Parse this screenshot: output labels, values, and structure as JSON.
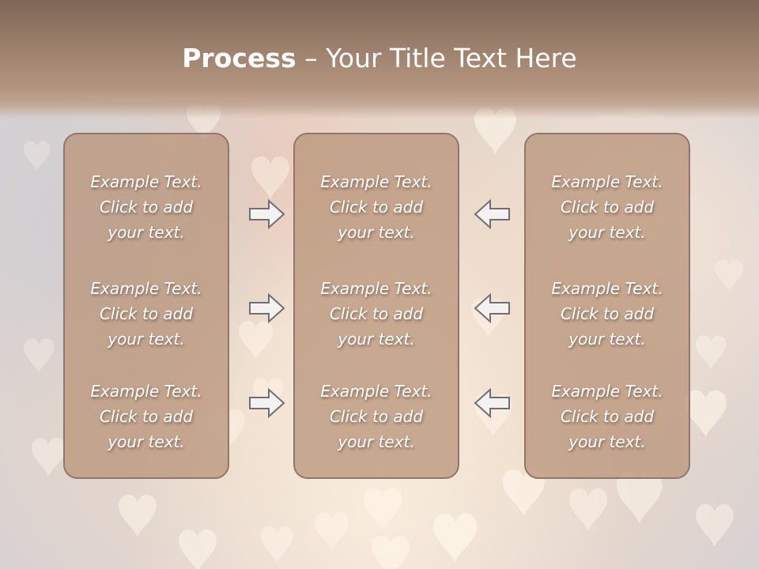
{
  "title": {
    "bold": "Process",
    "rest": " – Your Title Text Here"
  },
  "panels": {
    "left": [
      "Example Text.\nClick  to add\nyour text.",
      "Example Text.\nClick  to add\nyour text.",
      "Example Text.\nClick  to add\nyour text."
    ],
    "center": [
      "Example Text.\nClick  to add\nyour text.",
      "Example Text.\nClick  to add\nyour text.",
      "Example Text.\nClick  to add\nyour text."
    ],
    "right": [
      "Example Text.\nClick  to add\nyour text.",
      "Example Text.\nClick  to add\nyour text.",
      "Example Text.\nClick  to add\nyour text."
    ]
  },
  "arrows": {
    "left_side": "arrow-right-icon",
    "right_side": "arrow-left-icon"
  },
  "colors": {
    "title_bar": "#9c806d",
    "panel_fill": "#ba967c",
    "panel_border": "#8f786a",
    "text": "#ffffff"
  }
}
